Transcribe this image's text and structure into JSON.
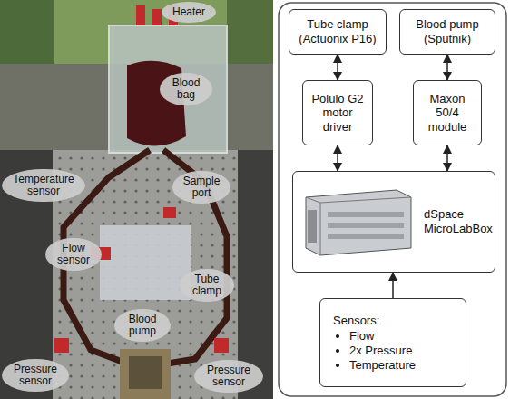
{
  "diagram": {
    "nodes": [
      {
        "text": [
          "Tube clamp (Actuonix P16)"
        ]
      },
      {
        "text": [
          "Blood pump (Sputnik)"
        ]
      },
      {
        "text": [
          "Polulo G2 motor driver"
        ]
      },
      {
        "text": [
          "Maxon 50/4 module"
        ]
      },
      {
        "text": [
          "dSpace MicroLabBox"
        ]
      },
      {
        "text": [
          "Sensors:",
          "Flow",
          "2x Pressure",
          "Temperature"
        ]
      }
    ],
    "edges": [
      {
        "from": 0,
        "to": 2,
        "arrow": "both"
      },
      {
        "from": 1,
        "to": 3,
        "arrow": "both"
      },
      {
        "from": 2,
        "to": 4,
        "arrow": "both"
      },
      {
        "from": 3,
        "to": 4,
        "arrow": "both"
      },
      {
        "from": 5,
        "to": 4,
        "arrow": "to"
      }
    ],
    "labels": [
      "Heater",
      "Blood bag",
      "Temperature sensor",
      "Sample port",
      "Flow sensor",
      "Tube clamp",
      "Blood pump",
      "Pressure sensor",
      "Pressure sensor"
    ]
  }
}
